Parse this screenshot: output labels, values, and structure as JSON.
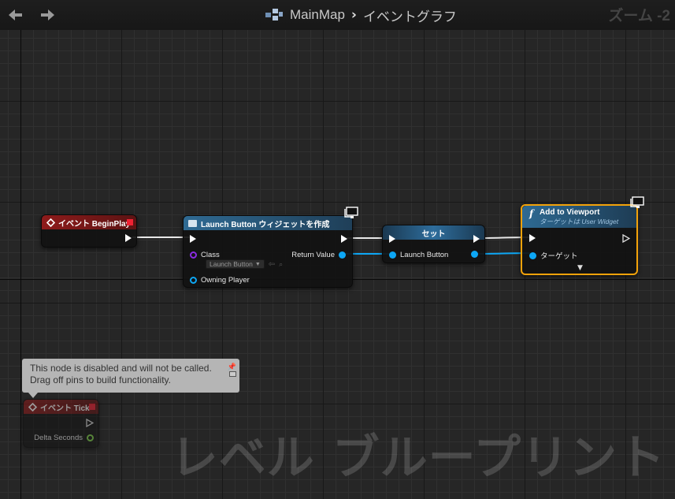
{
  "header": {
    "breadcrumb": [
      "MainMap",
      "イベントグラフ"
    ],
    "zoom": "ズーム -2"
  },
  "watermark": "レベル ブループリント",
  "nodes": {
    "begin_play": {
      "title": "イベント BeginPlay"
    },
    "create_widget": {
      "title": "Launch Button ウィジェットを作成",
      "class_label": "Class",
      "class_value": "Launch Button",
      "owning_player_label": "Owning Player",
      "return_label": "Return Value"
    },
    "set": {
      "title": "セット",
      "var_label": "Launch Button"
    },
    "add_to_viewport": {
      "title": "Add to Viewport",
      "subtitle": "ターゲットは User Widget",
      "target_label": "ターゲット"
    },
    "tick": {
      "title": "イベント Tick",
      "delta_label": "Delta Seconds"
    }
  },
  "tooltip": {
    "line1": "This node is disabled and will not be called.",
    "line2": "Drag off pins to build functionality."
  },
  "colors": {
    "event_header": "#8e1b1b",
    "function_header": "#2f6a93",
    "object_pin": "#0da7f5",
    "class_pin": "#8a2be2",
    "float_pin": "#7fd14a",
    "selection": "#f2a20a"
  }
}
